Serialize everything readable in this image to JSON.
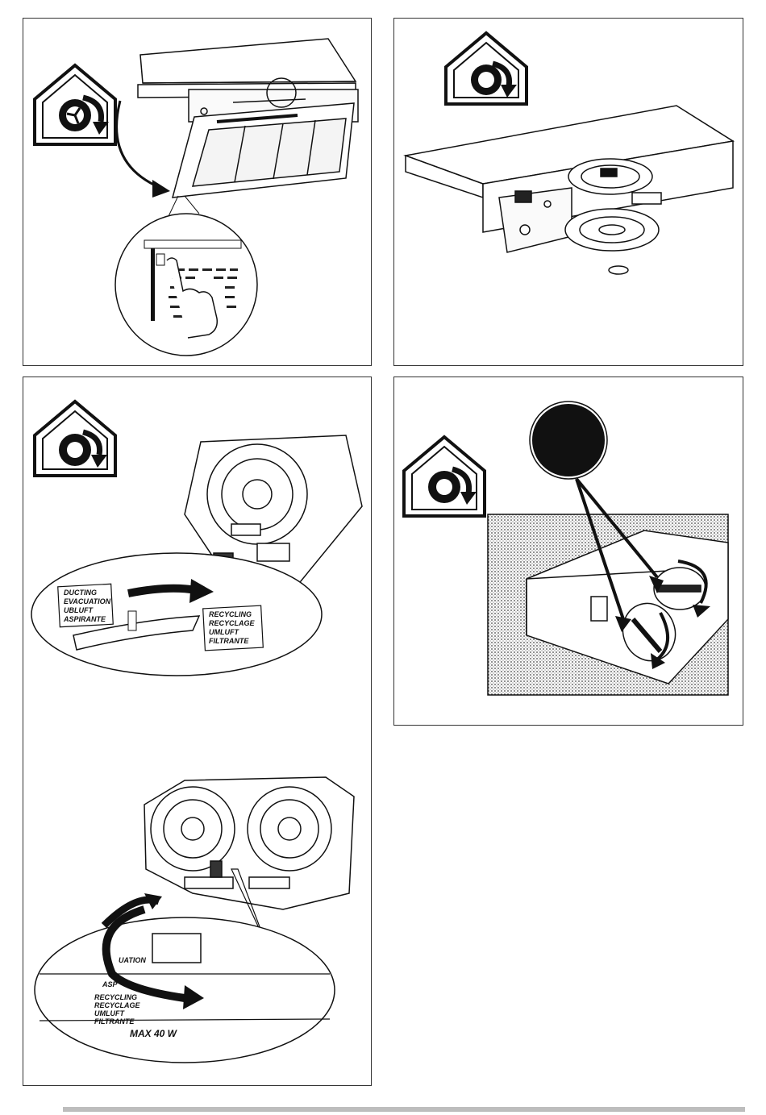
{
  "labels": {
    "left_block": [
      "DUCTING",
      "EVACUATION",
      "UBLUFT",
      "ASPIRANTE"
    ],
    "right_block": [
      "RECYCLING",
      "RECYCLAGE",
      "UMLUFT",
      "FILTRANTE"
    ],
    "lower_block": [
      "RECYCLING",
      "RECYCLAGE",
      "UMLUFT",
      "FILTRANTE"
    ],
    "lower_partial": "UATION",
    "lower_partial2": "ASP",
    "max_label": "MAX  40  W"
  },
  "icons": {
    "recycle_mode": "house-recirculation-icon"
  }
}
